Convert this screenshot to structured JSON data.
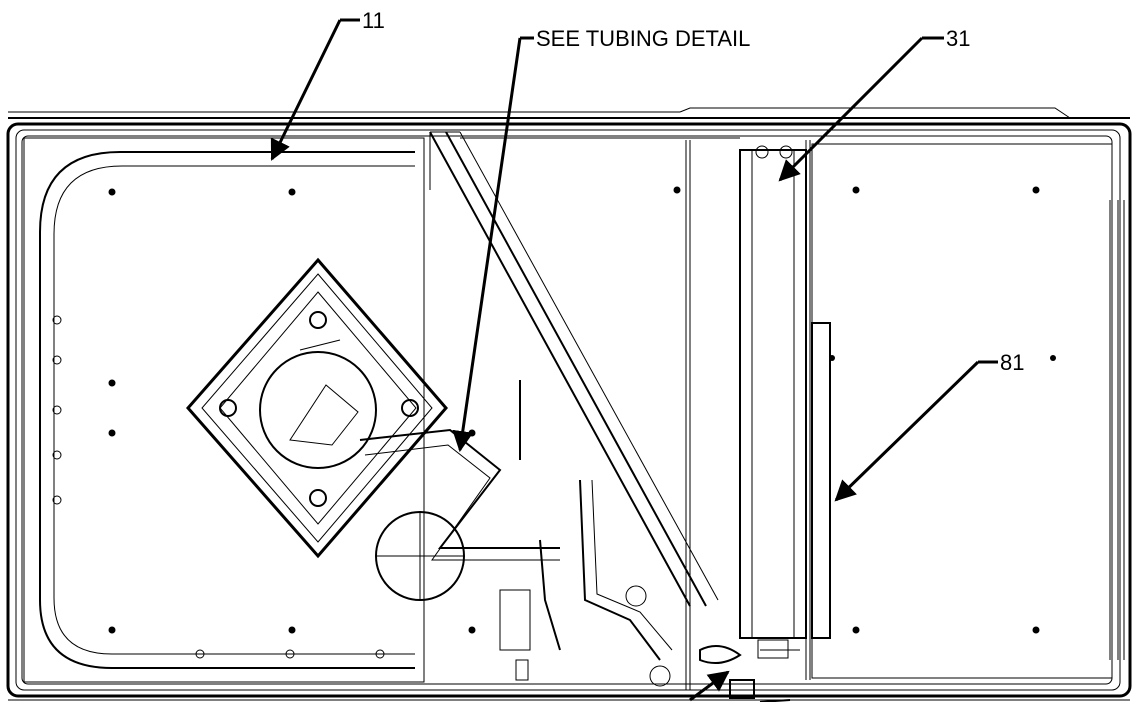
{
  "callouts": {
    "part_11": "11",
    "tubing_detail": "SEE TUBING DETAIL",
    "part_31": "31",
    "part_81": "81"
  }
}
